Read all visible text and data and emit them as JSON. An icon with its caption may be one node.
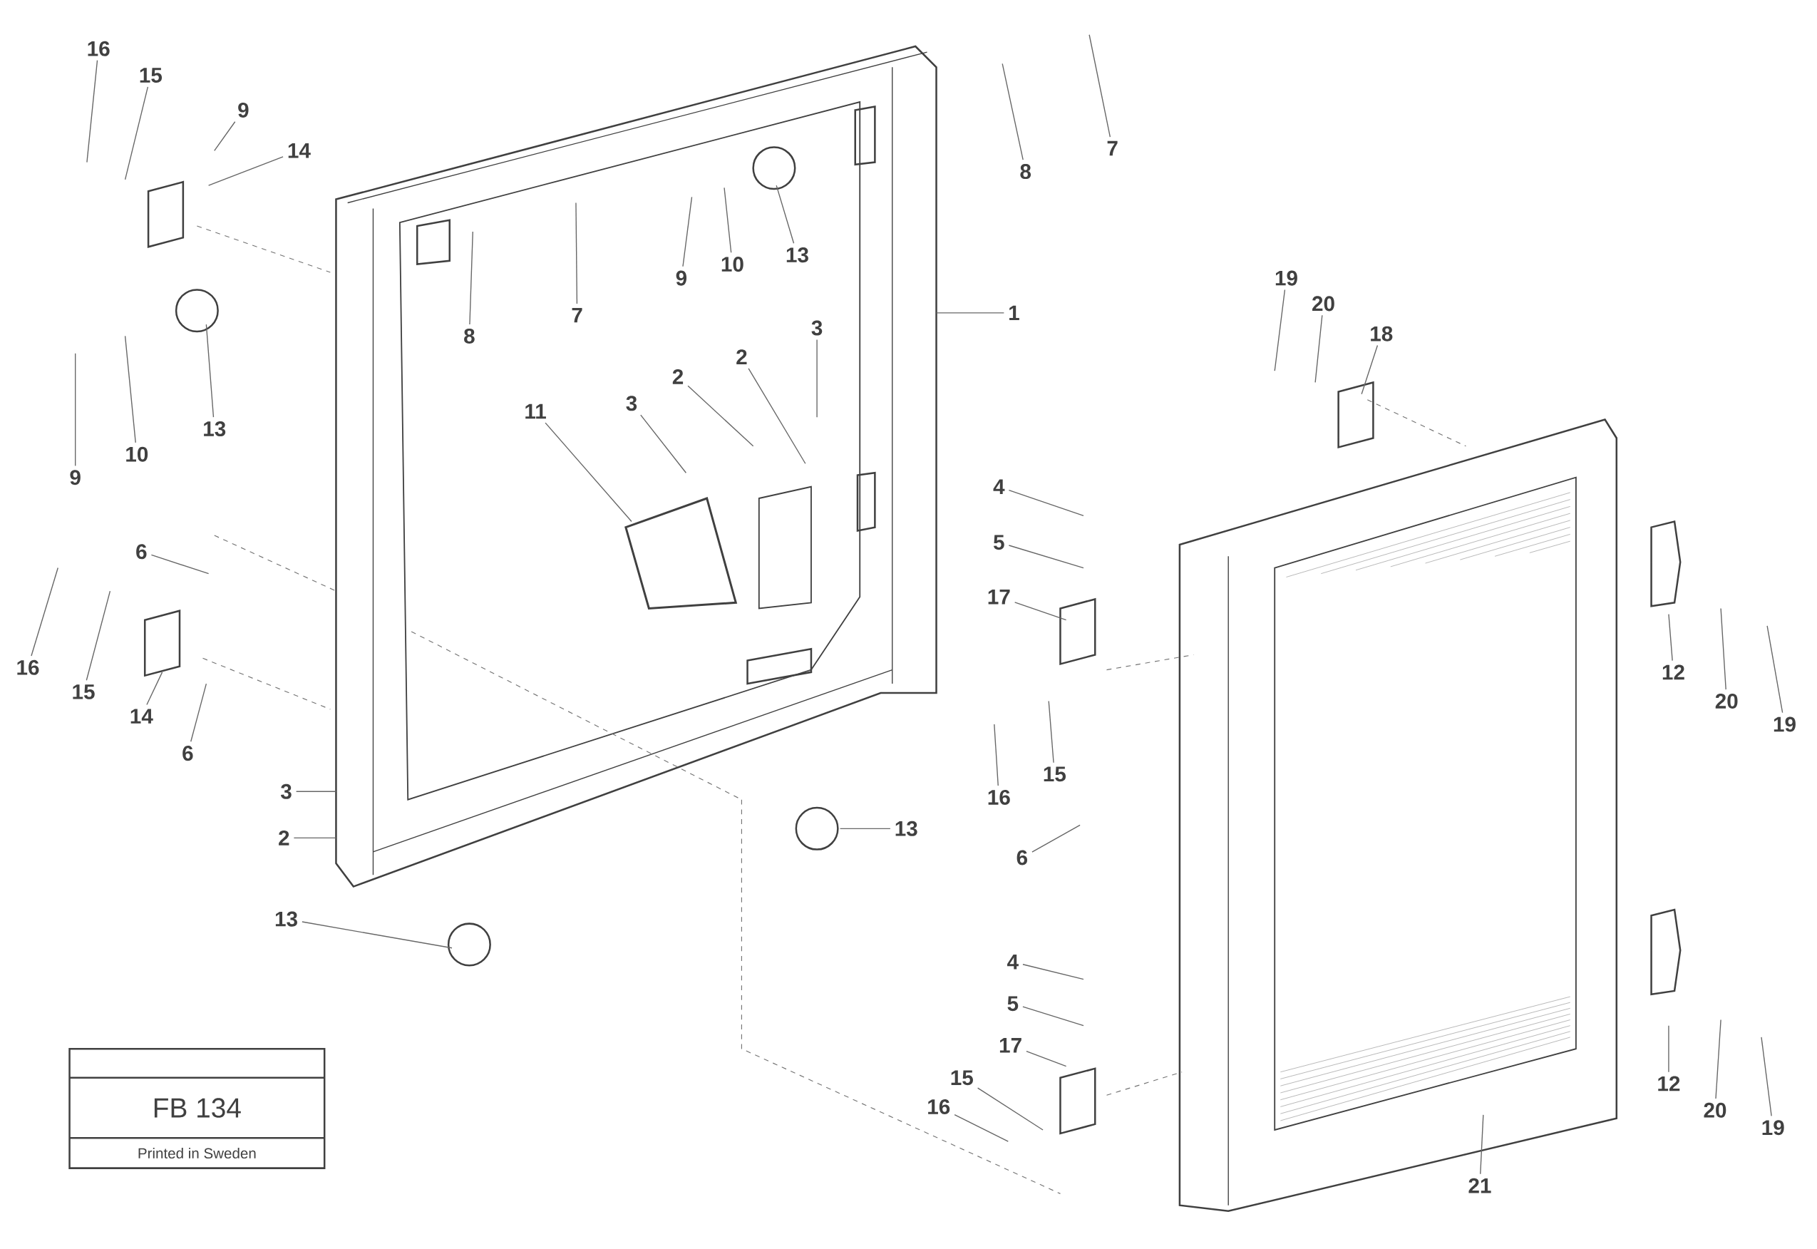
{
  "diagram": {
    "nodes": [
      {
        "text": [
          "16"
        ]
      },
      {
        "text": [
          "15"
        ]
      },
      {
        "text": [
          "9"
        ]
      },
      {
        "text": [
          "14"
        ]
      },
      {
        "text": [
          "8"
        ]
      },
      {
        "text": [
          "7"
        ]
      },
      {
        "text": [
          "1"
        ]
      },
      {
        "text": [
          "13"
        ]
      },
      {
        "text": [
          "10"
        ]
      },
      {
        "text": [
          "9"
        ]
      },
      {
        "text": [
          "8"
        ]
      },
      {
        "text": [
          "7"
        ]
      },
      {
        "text": [
          "13"
        ]
      },
      {
        "text": [
          "10"
        ]
      },
      {
        "text": [
          "9"
        ]
      },
      {
        "text": [
          "11"
        ]
      },
      {
        "text": [
          "3"
        ]
      },
      {
        "text": [
          "2"
        ]
      },
      {
        "text": [
          "2"
        ]
      },
      {
        "text": [
          "3"
        ]
      },
      {
        "text": [
          "6"
        ]
      },
      {
        "text": [
          "16"
        ]
      },
      {
        "text": [
          "15"
        ]
      },
      {
        "text": [
          "14"
        ]
      },
      {
        "text": [
          "6"
        ]
      },
      {
        "text": [
          "3"
        ]
      },
      {
        "text": [
          "2"
        ]
      },
      {
        "text": [
          "13"
        ]
      },
      {
        "text": [
          "13"
        ]
      },
      {
        "text": [
          "19"
        ]
      },
      {
        "text": [
          "20"
        ]
      },
      {
        "text": [
          "18"
        ]
      },
      {
        "text": [
          "4"
        ]
      },
      {
        "text": [
          "5"
        ]
      },
      {
        "text": [
          "17"
        ]
      },
      {
        "text": [
          "16"
        ]
      },
      {
        "text": [
          "15"
        ]
      },
      {
        "text": [
          "6"
        ]
      },
      {
        "text": [
          "12"
        ]
      },
      {
        "text": [
          "20"
        ]
      },
      {
        "text": [
          "19"
        ]
      },
      {
        "text": [
          "4"
        ]
      },
      {
        "text": [
          "5"
        ]
      },
      {
        "text": [
          "17"
        ]
      },
      {
        "text": [
          "15"
        ]
      },
      {
        "text": [
          "16"
        ]
      },
      {
        "text": [
          "12"
        ]
      },
      {
        "text": [
          "20"
        ]
      },
      {
        "text": [
          "19"
        ]
      },
      {
        "text": [
          "21"
        ]
      }
    ],
    "edges": [
      {
        "from": 0,
        "to": null,
        "arrow": "none"
      },
      {
        "from": 1,
        "to": null,
        "arrow": "none"
      },
      {
        "from": 2,
        "to": null,
        "arrow": "none"
      },
      {
        "from": 3,
        "to": null,
        "arrow": "none"
      },
      {
        "from": 4,
        "to": null,
        "arrow": "none"
      },
      {
        "from": 5,
        "to": null,
        "arrow": "none"
      },
      {
        "from": 6,
        "to": null,
        "arrow": "none"
      },
      {
        "from": 7,
        "to": null,
        "arrow": "none"
      },
      {
        "from": 8,
        "to": null,
        "arrow": "none"
      },
      {
        "from": 9,
        "to": null,
        "arrow": "none"
      },
      {
        "from": 10,
        "to": null,
        "arrow": "none"
      },
      {
        "from": 11,
        "to": null,
        "arrow": "none"
      },
      {
        "from": 12,
        "to": null,
        "arrow": "none"
      },
      {
        "from": 13,
        "to": null,
        "arrow": "none"
      },
      {
        "from": 14,
        "to": null,
        "arrow": "none"
      },
      {
        "from": 15,
        "to": null,
        "arrow": "none"
      },
      {
        "from": 16,
        "to": null,
        "arrow": "none"
      },
      {
        "from": 17,
        "to": null,
        "arrow": "none"
      },
      {
        "from": 18,
        "to": null,
        "arrow": "none"
      },
      {
        "from": 19,
        "to": null,
        "arrow": "none"
      },
      {
        "from": 20,
        "to": null,
        "arrow": "none"
      },
      {
        "from": 21,
        "to": null,
        "arrow": "none"
      },
      {
        "from": 22,
        "to": null,
        "arrow": "none"
      },
      {
        "from": 23,
        "to": null,
        "arrow": "none"
      },
      {
        "from": 24,
        "to": null,
        "arrow": "none"
      },
      {
        "from": 25,
        "to": null,
        "arrow": "none"
      },
      {
        "from": 26,
        "to": null,
        "arrow": "none"
      },
      {
        "from": 27,
        "to": null,
        "arrow": "none"
      },
      {
        "from": 28,
        "to": null,
        "arrow": "none"
      },
      {
        "from": 29,
        "to": null,
        "arrow": "none"
      },
      {
        "from": 30,
        "to": null,
        "arrow": "none"
      },
      {
        "from": 31,
        "to": null,
        "arrow": "none"
      },
      {
        "from": 32,
        "to": null,
        "arrow": "none"
      },
      {
        "from": 33,
        "to": null,
        "arrow": "none"
      },
      {
        "from": 34,
        "to": null,
        "arrow": "none"
      },
      {
        "from": 35,
        "to": null,
        "arrow": "none"
      },
      {
        "from": 36,
        "to": null,
        "arrow": "none"
      },
      {
        "from": 37,
        "to": null,
        "arrow": "none"
      },
      {
        "from": 38,
        "to": null,
        "arrow": "none"
      },
      {
        "from": 39,
        "to": null,
        "arrow": "none"
      },
      {
        "from": 40,
        "to": null,
        "arrow": "none"
      },
      {
        "from": 41,
        "to": null,
        "arrow": "none"
      },
      {
        "from": 42,
        "to": null,
        "arrow": "none"
      },
      {
        "from": 43,
        "to": null,
        "arrow": "none"
      },
      {
        "from": 44,
        "to": null,
        "arrow": "none"
      },
      {
        "from": 45,
        "to": null,
        "arrow": "none"
      },
      {
        "from": 46,
        "to": null,
        "arrow": "none"
      },
      {
        "from": 47,
        "to": null,
        "arrow": "none"
      },
      {
        "from": 48,
        "to": null,
        "arrow": "none"
      },
      {
        "from": 49,
        "to": null,
        "arrow": "none"
      }
    ],
    "labels": [
      "FB 134",
      "Printed in Sweden"
    ]
  }
}
